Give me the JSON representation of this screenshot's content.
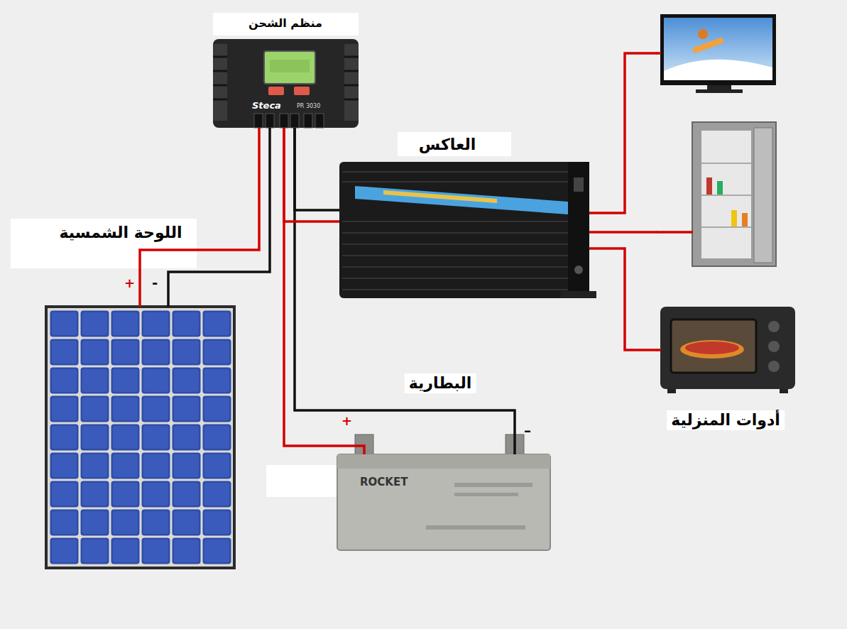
{
  "diagram": {
    "nodes": [
      {
        "text": [
          "منظم الشحن",
          "Steca",
          "PR 3030"
        ]
      },
      {
        "text": [
          "العاكس"
        ]
      },
      {
        "text": [
          "اللوحة الشمسية"
        ]
      },
      {
        "text": [
          "البطارية",
          "ROCKET"
        ]
      },
      {
        "text": [
          "أدوات المنزلية"
        ]
      }
    ],
    "edges": [
      {
        "from": 2,
        "to": 0,
        "arrow": "none"
      },
      {
        "from": 2,
        "to": 0,
        "arrow": "none"
      },
      {
        "from": 0,
        "to": 3,
        "arrow": "none"
      },
      {
        "from": 0,
        "to": 3,
        "arrow": "none"
      },
      {
        "from": 0,
        "to": 1,
        "arrow": "none"
      },
      {
        "from": 0,
        "to": 1,
        "arrow": "none"
      },
      {
        "from": 1,
        "to": 4,
        "arrow": "none"
      },
      {
        "from": 1,
        "to": 4,
        "arrow": "none"
      },
      {
        "from": 1,
        "to": 4,
        "arrow": "none"
      }
    ],
    "labels": [
      "+",
      "-",
      "+",
      "–"
    ]
  }
}
